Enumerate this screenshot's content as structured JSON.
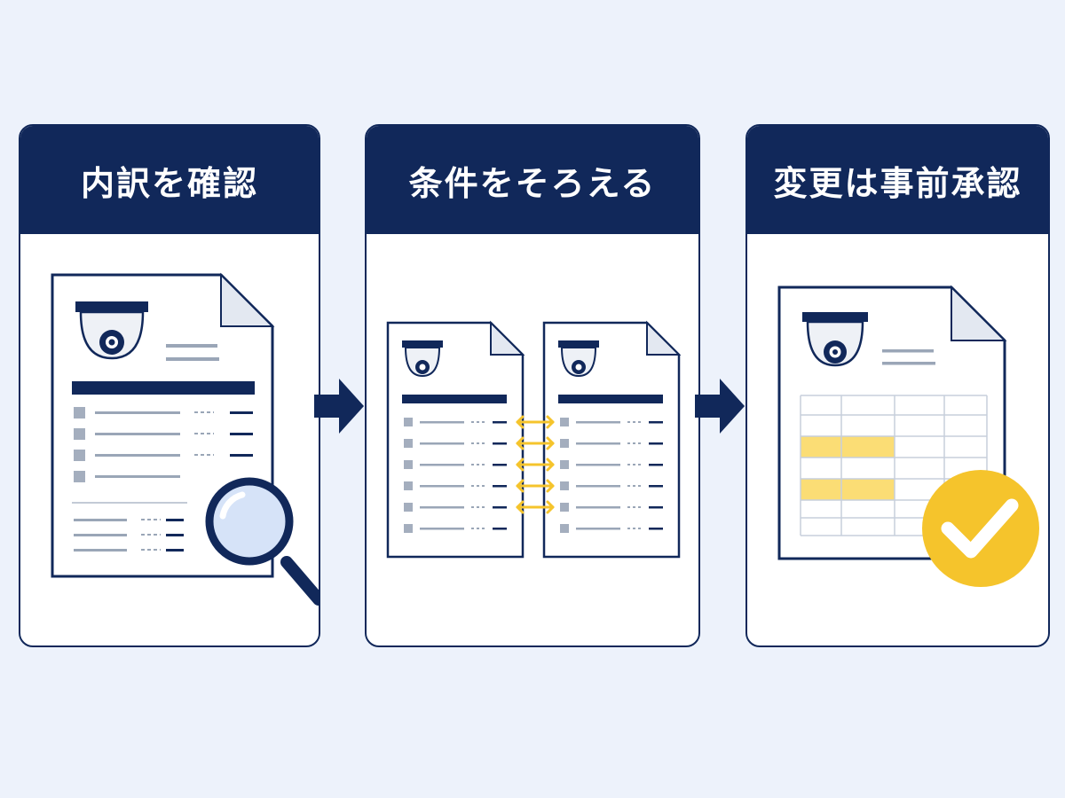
{
  "steps": [
    {
      "title": "内訳を確認"
    },
    {
      "title": "条件をそろえる"
    },
    {
      "title": "変更は事前承認"
    }
  ],
  "icons": {
    "step1": [
      "document-icon",
      "security-camera-icon",
      "magnifying-glass-icon"
    ],
    "step2": [
      "document-icon",
      "security-camera-icon",
      "double-arrow-icon"
    ],
    "step3": [
      "document-icon",
      "security-camera-icon",
      "spreadsheet-icon",
      "checkmark-icon"
    ],
    "between_steps": "right-arrow-icon"
  },
  "colors": {
    "navy": "#11285a",
    "background": "#edf2fb",
    "accent_yellow": "#f5c42c",
    "highlight_yellow": "#fbdd75",
    "lens_blue": "#d6e3f8"
  }
}
